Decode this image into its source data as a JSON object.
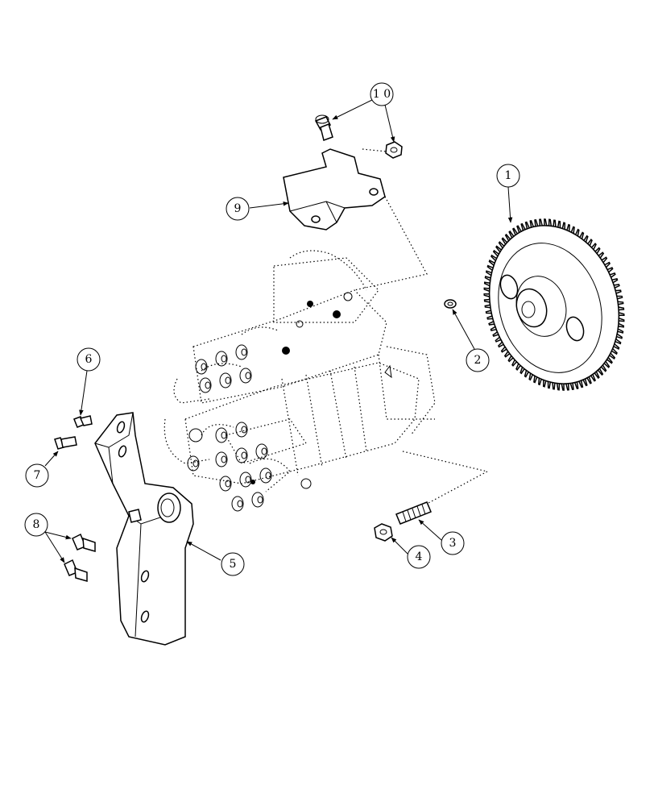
{
  "callouts": [
    {
      "id": "c1",
      "label": "1"
    },
    {
      "id": "c2",
      "label": "2"
    },
    {
      "id": "c3",
      "label": "3"
    },
    {
      "id": "c4",
      "label": "4"
    },
    {
      "id": "c5",
      "label": "5"
    },
    {
      "id": "c6",
      "label": "6"
    },
    {
      "id": "c7",
      "label": "7"
    },
    {
      "id": "c8",
      "label": "8"
    },
    {
      "id": "c9",
      "label": "9"
    },
    {
      "id": "c10",
      "label": "1 0"
    }
  ]
}
